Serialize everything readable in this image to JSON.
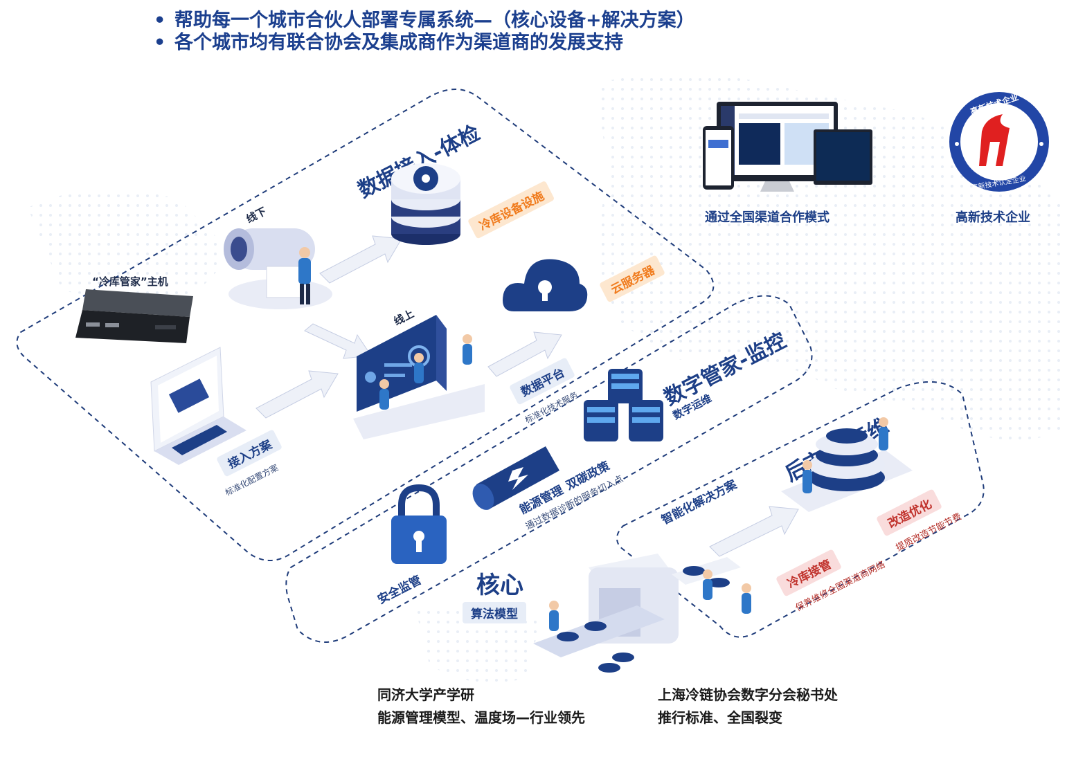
{
  "header": {
    "bullets": [
      "帮助每一个城市合伙人部署专属系统—（核心设备+解决方案）",
      "各个城市均有联合协会及集成商作为渠道商的发展支持"
    ],
    "bullet_symbol": "•"
  },
  "sections": {
    "data_access": "数据接入-体检",
    "digital_manager": "数字管家-监控",
    "after_market": "后市场-运维",
    "core": "核心"
  },
  "labels": {
    "offline": "线下",
    "online": "线上",
    "host": "“冷库管家”主机",
    "cold_storage_facilities": "冷库设备设施",
    "cloud_server": "云服务器",
    "data_platform": "数据平台",
    "data_platform_sub": "标准化技术服务",
    "access_solution": "接入方案",
    "access_solution_sub": "标准化配置方案",
    "digital_ops": "数字运维",
    "energy_mgmt": "能源管理",
    "dual_carbon": "双碳政策",
    "energy_sub": "通过数据诊断的服务切入点",
    "security": "安全监管",
    "algorithm": "算法模型",
    "smart_solution": "智能化解决方案",
    "cold_takeover": "冷库接管",
    "cold_takeover_sub": "保养维修全国渠道商网络",
    "improve": "改造优化",
    "improve_sub": "提质改造节能节费"
  },
  "right_panel": {
    "channel_caption": "通过全国渠道合作模式",
    "hitech_caption": "高新技术企业",
    "badge_top_text": "高新技术企业",
    "badge_bottom_text": "高新技术认定企业"
  },
  "footer": {
    "left_line1": "同济大学产学研",
    "left_line2": "能源管理模型、温度场—行业领先",
    "right_line1": "上海冷链协会数字分会秘书处",
    "right_line2": "推行标准、全国裂变"
  },
  "colors": {
    "navy": "#1d3f87",
    "accent_blue": "#2b7fd4",
    "orange": "#f07b1d",
    "red": "#c0312b"
  }
}
